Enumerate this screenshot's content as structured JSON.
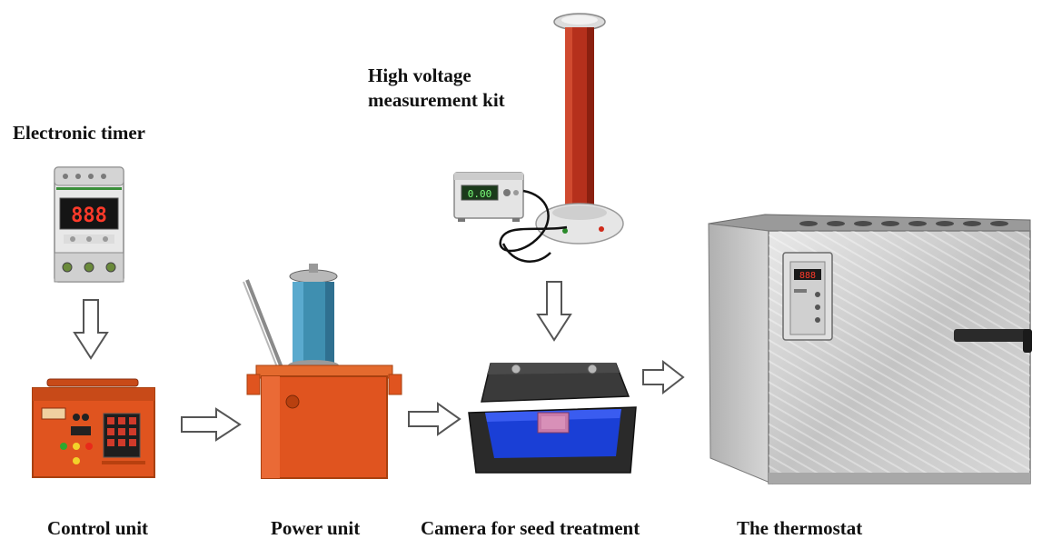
{
  "labels": {
    "electronic_timer": "Electronic timer",
    "hv_kit_line1": "High voltage",
    "hv_kit_line2": "measurement kit",
    "control_unit": "Control unit",
    "power_unit": "Power unit",
    "camera": "Camera for seed treatment",
    "thermostat": "The thermostat"
  },
  "timer_display": "888",
  "meter_display": "0.00",
  "thermostat_display": "888",
  "colors": {
    "orange": "#e0541f",
    "orange_dark": "#b8400f",
    "teal": "#3f8fb0",
    "red_column": "#b5301c",
    "blue_tray": "#1a3fd6",
    "steel": "#c9c9c9",
    "black_box": "#2a2a2a"
  }
}
